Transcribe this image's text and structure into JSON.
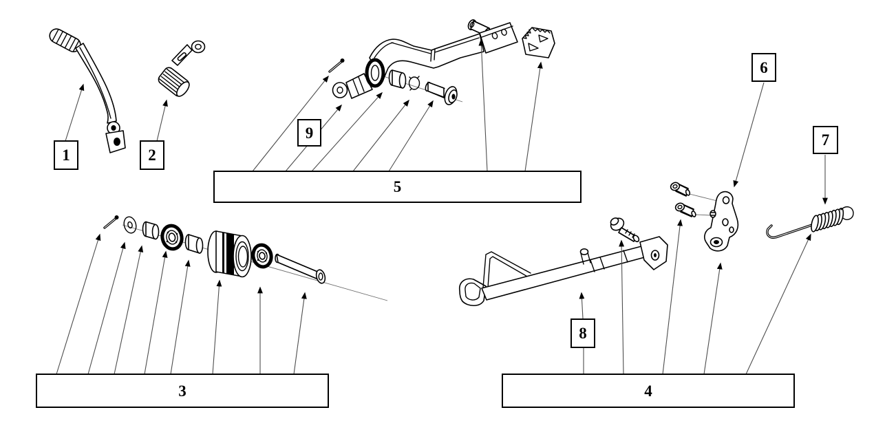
{
  "page_background": "#ffffff",
  "colors": {
    "page_background": "#ffffff",
    "part_outline": "#000000",
    "leader_line": "#4d4d4d",
    "arrowhead": "#000000",
    "label_border": "#000000",
    "label_background": "#ffffff",
    "label_text": "#000000"
  },
  "callouts": {
    "c1": {
      "label": "1"
    },
    "c2": {
      "label": "2"
    },
    "c3": {
      "label": "3"
    },
    "c4": {
      "label": "4"
    },
    "c5": {
      "label": "5"
    },
    "c6": {
      "label": "6"
    },
    "c7": {
      "label": "7"
    },
    "c8": {
      "label": "8"
    },
    "c9": {
      "label": "9"
    }
  }
}
